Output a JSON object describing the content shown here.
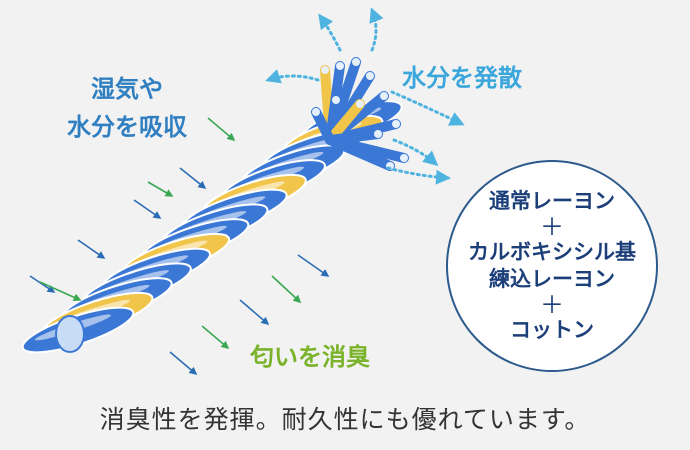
{
  "labels": {
    "absorb_line1": "湿気や",
    "absorb_line2": "水分を吸収",
    "diffuse": "水分を発散",
    "deodorize": "匂いを消臭"
  },
  "materials": {
    "line1": "通常レーヨン",
    "plus1": "＋",
    "line2": "カルボキシシル基",
    "line3": "練込レーヨン",
    "plus2": "＋",
    "line4": "コットン"
  },
  "caption": "消臭性を発揮。耐久性にも優れています。",
  "colors": {
    "blue_fiber": "#3b78d6",
    "yellow_fiber": "#f1c54a",
    "absorb_arrow": "#2a6db5",
    "deodorize_arrow": "#3aa853",
    "diffuse_arrow": "#4fb3e0",
    "circle_border": "#2d5a8c",
    "circle_text": "#1c3f7a"
  }
}
